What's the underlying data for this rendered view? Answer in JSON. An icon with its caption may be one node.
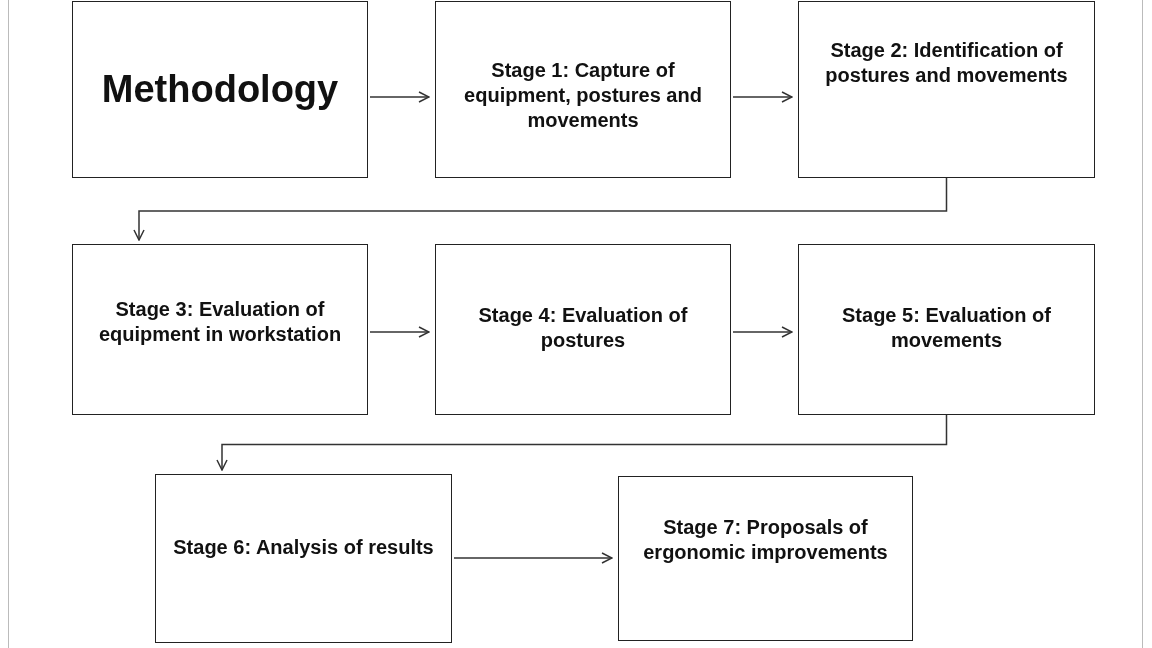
{
  "diagram": {
    "nodes": [
      {
        "text": [
          "Methodology"
        ]
      },
      {
        "text": [
          "Stage 1: Capture of equipment, postures and movements"
        ]
      },
      {
        "text": [
          "Stage 2: Identification of postures and movements"
        ]
      },
      {
        "text": [
          "Stage 3: Evaluation of equipment in workstation"
        ]
      },
      {
        "text": [
          "Stage 4: Evaluation of postures"
        ]
      },
      {
        "text": [
          "Stage 5: Evaluation of movements"
        ]
      },
      {
        "text": [
          "Stage 6: Analysis of results"
        ]
      },
      {
        "text": [
          "Stage 7: Proposals of ergonomic improvements"
        ]
      }
    ],
    "edges": [
      {
        "from": 0,
        "to": 1,
        "arrow": "to"
      },
      {
        "from": 1,
        "to": 2,
        "arrow": "to"
      },
      {
        "from": 2,
        "to": 3,
        "arrow": "to"
      },
      {
        "from": 3,
        "to": 4,
        "arrow": "to"
      },
      {
        "from": 4,
        "to": 5,
        "arrow": "to"
      },
      {
        "from": 5,
        "to": 6,
        "arrow": "to"
      },
      {
        "from": 6,
        "to": 7,
        "arrow": "to"
      }
    ]
  }
}
